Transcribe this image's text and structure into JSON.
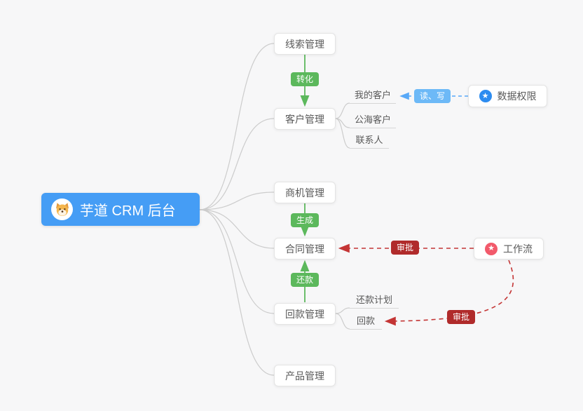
{
  "root": {
    "label": "芋道 CRM 后台"
  },
  "nodes": {
    "clue": "线索管理",
    "customer": "客户管理",
    "business": "商机管理",
    "contract": "合同管理",
    "receivable": "回款管理",
    "product": "产品管理",
    "data_permission": "数据权限",
    "workflow": "工作流"
  },
  "children": {
    "my_customer": "我的客户",
    "public_customer": "公海客户",
    "contact": "联系人",
    "repayment_plan": "还款计划",
    "repayment": "回款"
  },
  "badges": {
    "convert": "转化",
    "generate": "生成",
    "repay": "还款",
    "read_write": "读、写",
    "approve_contract": "审批",
    "approve_receivable": "审批"
  },
  "icons": {
    "data_permission": "star-icon",
    "workflow": "star-icon",
    "root": "shiba-logo-icon"
  },
  "colors": {
    "background": "#f7f7f8",
    "root_bg": "#459df5",
    "green": "#5cb85c",
    "light_blue": "#6db9f7",
    "dark_red": "#b02b2b",
    "edge_blue": "#59a9f8",
    "edge_red": "#c43535",
    "icon_blue": "#2d8cf0",
    "icon_red": "#f25a6b",
    "line_gray": "#cccccc"
  }
}
